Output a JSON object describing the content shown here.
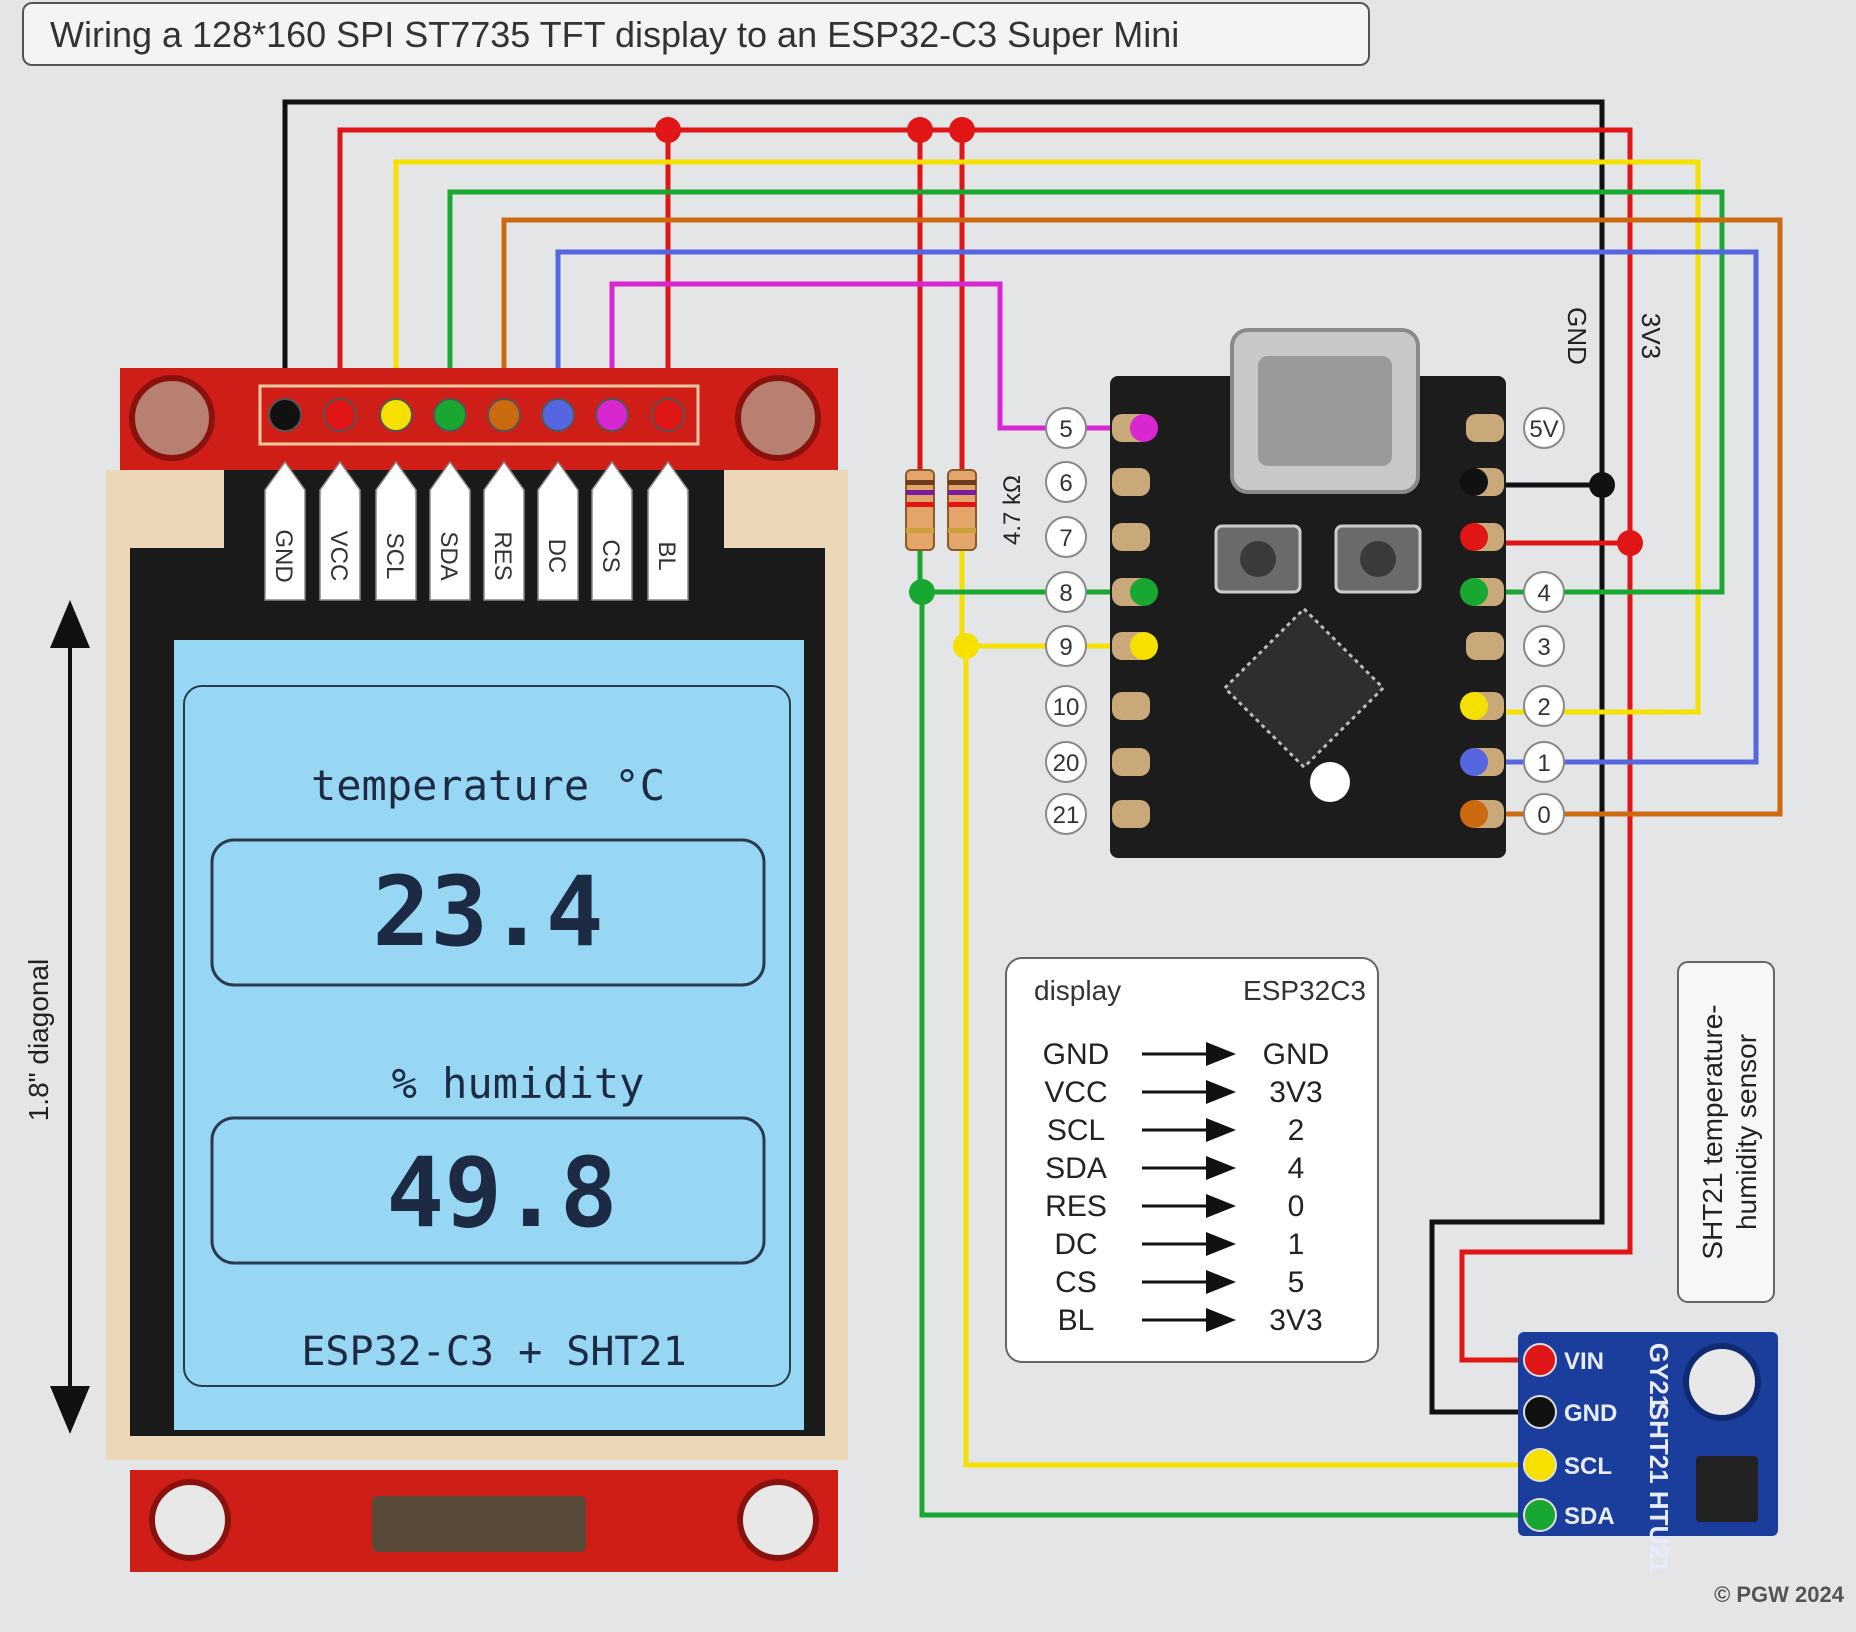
{
  "title": "Wiring a 128*160 SPI ST7735 TFT display to an ESP32-C3 Super Mini",
  "credit": "© PGW 2024",
  "diagonal_label": "1.8\" diagonal",
  "display": {
    "header_pins": [
      "GND",
      "VCC",
      "SCL",
      "SDA",
      "RES",
      "DC",
      "CS",
      "BL"
    ],
    "screen": {
      "temperature_label": "temperature °C",
      "temperature_value": "23.4",
      "humidity_label": "% humidity",
      "humidity_value": "49.8",
      "footer": "ESP32-C3 + SHT21"
    }
  },
  "resistor_label": "4.7 kΩ",
  "esp_board": {
    "left_pins": [
      "5",
      "6",
      "7",
      "8",
      "9",
      "10",
      "20",
      "21"
    ],
    "right_pins": [
      "5V",
      "",
      "",
      "4",
      "3",
      "2",
      "1",
      "0"
    ],
    "label_gnd": "GND",
    "label_3v3": "3V3"
  },
  "mapping_table": {
    "header_left": "display",
    "header_right": "ESP32C3",
    "rows": [
      {
        "from": "GND",
        "to": "GND"
      },
      {
        "from": "VCC",
        "to": "3V3"
      },
      {
        "from": "SCL",
        "to": "2"
      },
      {
        "from": "SDA",
        "to": "4"
      },
      {
        "from": "RES",
        "to": "0"
      },
      {
        "from": "DC",
        "to": "1"
      },
      {
        "from": "CS",
        "to": "5"
      },
      {
        "from": "BL",
        "to": "3V3"
      }
    ]
  },
  "sensor_caption": "SHT21 temperature-humidity sensor",
  "sensor_board": {
    "pins": [
      "VIN",
      "GND",
      "SCL",
      "SDA"
    ],
    "silk_1": "GY21",
    "silk_2": "SHT21 HTU21"
  },
  "colors": {
    "background": "#e4e5e7",
    "wire_gnd": "#111111",
    "wire_3v3": "#e01515",
    "wire_scl": "#f5e000",
    "wire_sda": "#18a832",
    "wire_res": "#cc6a10",
    "wire_dc": "#5566e0",
    "wire_cs": "#d826d0",
    "display_pcb": "#cf1e18",
    "screen": "#97d7f4",
    "sensor_pcb": "#1b3e9c"
  }
}
